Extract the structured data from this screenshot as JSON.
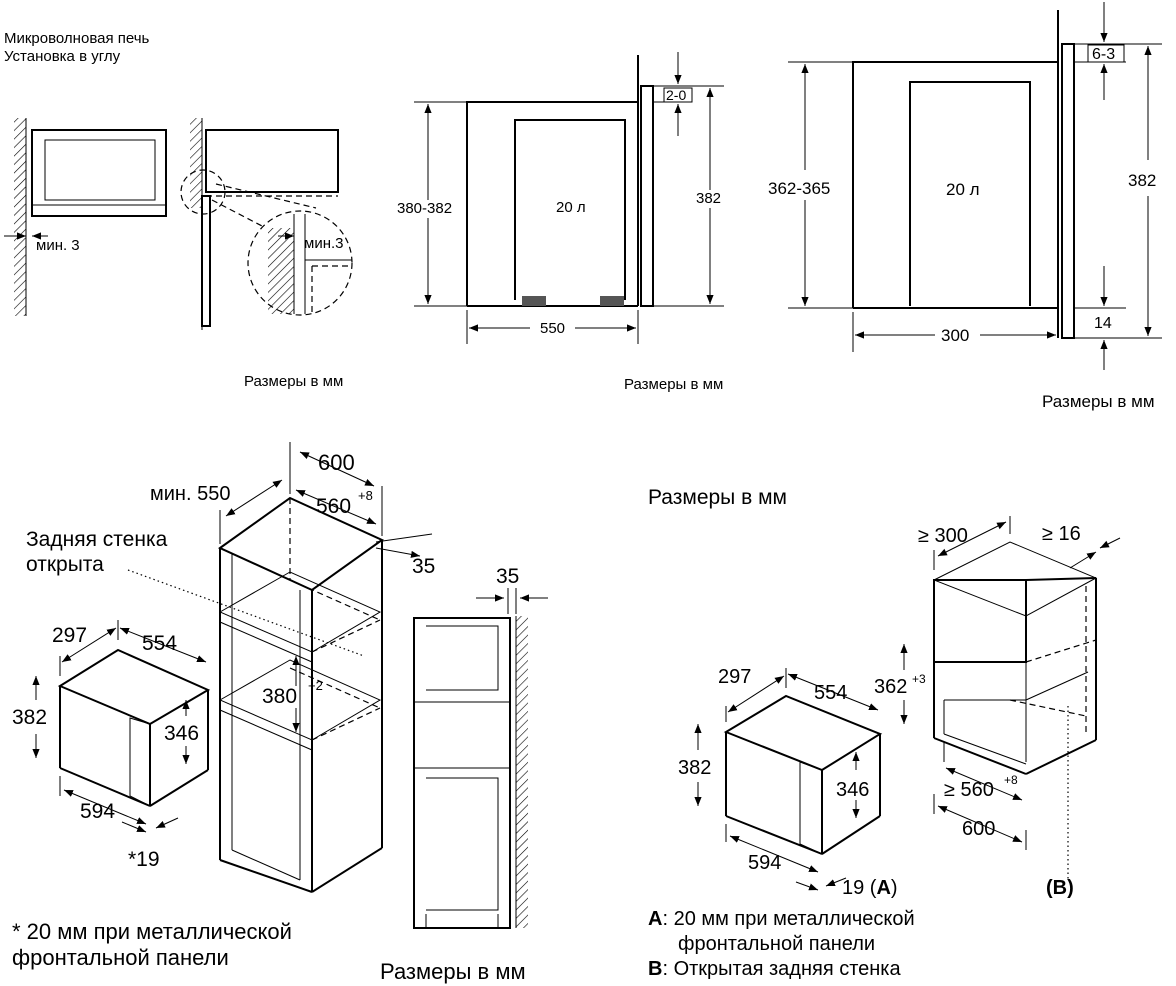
{
  "panel1": {
    "title_line1": "Микроволновая печь",
    "title_line2": "Установка в углу",
    "min_left": "мин. 3",
    "min_detail": "мин.3"
  },
  "panel2": {
    "dim_inner_height": "380-382",
    "dim_outer_height": "382",
    "dim_gap": "2-0",
    "dim_width": "550",
    "volume": "20 л",
    "units": "Размеры в мм"
  },
  "panel3": {
    "dim_inner_height": "362-365",
    "dim_outer_height": "382",
    "dim_top": "6-3",
    "dim_bottom": "14",
    "dim_depth": "300",
    "volume": "20 л",
    "units": "Размеры в мм"
  },
  "panel1_units": "Размеры в мм",
  "panel4": {
    "dim_600": "600",
    "dim_min550": "мин. 550",
    "dim_560": "560",
    "dim_560_sup": "+8",
    "dim_35a": "35",
    "dim_35b": "35",
    "back_wall_line1": "Задняя стенка",
    "back_wall_line2": "открыта",
    "dim_297": "297",
    "dim_554": "554",
    "dim_382": "382",
    "dim_346": "346",
    "dim_380": "380",
    "dim_380_sup": "+2",
    "dim_594": "594",
    "dim_19": "*19",
    "note_line1": "* 20 мм при металлической",
    "note_line2": "фронтальной панели",
    "units": "Размеры в мм"
  },
  "panel5": {
    "units": "Размеры в мм",
    "dim_300": "≥ 300",
    "dim_16": "≥ 16",
    "dim_297": "297",
    "dim_554": "554",
    "dim_362": "362",
    "dim_362_sup": "+3",
    "dim_382": "382",
    "dim_346": "346",
    "dim_560": "≥ 560",
    "dim_560_sup": "+8",
    "dim_594": "594",
    "dim_600": "600",
    "dim_19": "19 (",
    "label_a": "A",
    "label_a_close": ")",
    "label_b": "(B)",
    "legend_a_key": "A",
    "legend_a_text": ": 20 мм при металлической",
    "legend_a_text2": "фронтальной панели",
    "legend_b_key": "B",
    "legend_b_text": ": Открытая задняя стенка"
  }
}
